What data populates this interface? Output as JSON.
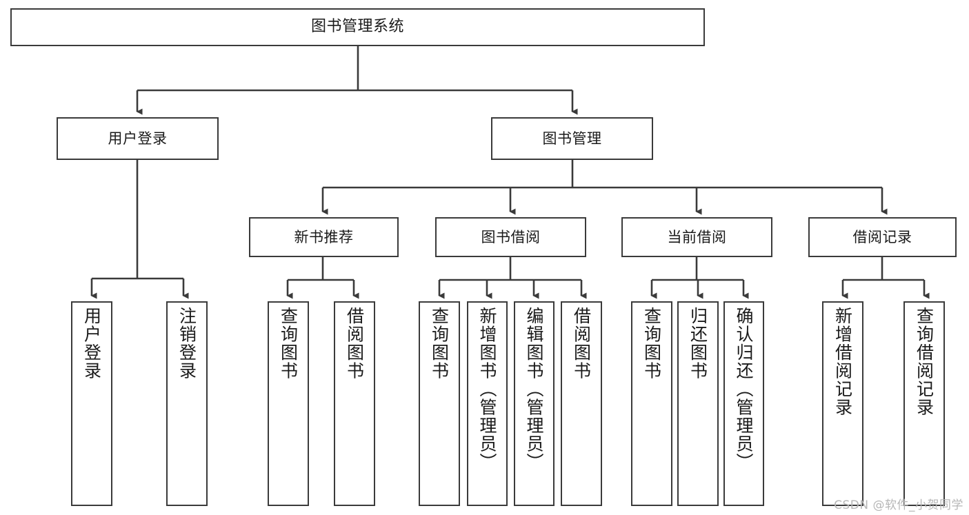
{
  "diagram": {
    "title": "图书管理系统",
    "type": "tree-hierarchy",
    "background_color": "#ffffff",
    "line_color": "#3a3a3a",
    "text_color": "#1a1a1a"
  },
  "nodes": {
    "root": {
      "label": "图书管理系统"
    },
    "level2": [
      {
        "id": "user-login",
        "label": "用户登录"
      },
      {
        "id": "book-management",
        "label": "图书管理"
      }
    ],
    "level3": [
      {
        "id": "new-book-recommend",
        "label": "新书推荐"
      },
      {
        "id": "book-borrow",
        "label": "图书借阅"
      },
      {
        "id": "current-borrow",
        "label": "当前借阅"
      },
      {
        "id": "borrow-record",
        "label": "借阅记录"
      }
    ],
    "leaves": {
      "user_login": [
        {
          "id": "leaf-user-login",
          "label": "用户登录"
        },
        {
          "id": "leaf-logout-login",
          "label": "注销登录"
        }
      ],
      "new_book_recommend": [
        {
          "id": "leaf-query-book-1",
          "label": "查询图书"
        },
        {
          "id": "leaf-borrow-book-1",
          "label": "借阅图书"
        }
      ],
      "book_borrow": [
        {
          "id": "leaf-query-book-2",
          "label": "查询图书"
        },
        {
          "id": "leaf-add-book",
          "label": "新增图书（管理员）"
        },
        {
          "id": "leaf-edit-book",
          "label": "编辑图书（管理员）"
        },
        {
          "id": "leaf-borrow-book-2",
          "label": "借阅图书"
        }
      ],
      "current_borrow": [
        {
          "id": "leaf-query-book-3",
          "label": "查询图书"
        },
        {
          "id": "leaf-return-book",
          "label": "归还图书"
        },
        {
          "id": "leaf-confirm-return",
          "label": "确认归还（管理员）"
        }
      ],
      "borrow_record": [
        {
          "id": "leaf-add-record",
          "label": "新增借阅记录"
        },
        {
          "id": "leaf-query-record",
          "label": "查询借阅记录"
        }
      ]
    }
  },
  "watermark": {
    "text": "CSDN @软件_小贺同学"
  }
}
